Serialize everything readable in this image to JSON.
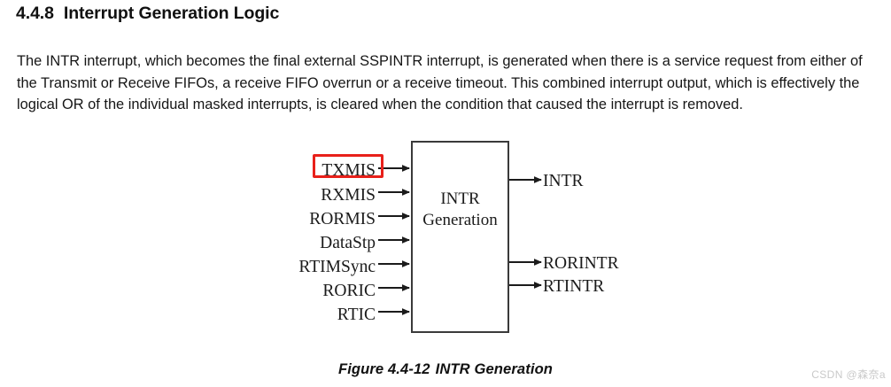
{
  "document": {
    "heading": {
      "number": "4.4.8",
      "title": "Interrupt Generation Logic"
    },
    "paragraph": "The INTR interrupt, which becomes the final external SSPINTR interrupt, is generated when there is a service request from either of the Transmit or Receive FIFOs, a receive FIFO overrun or a receive timeout. This combined interrupt output, which is effectively the logical OR of the individual masked interrupts, is cleared when the condition that caused the interrupt is removed.",
    "figure": {
      "caption_number": "Figure 4.4-12",
      "caption_title": "INTR Generation",
      "block_line1": "INTR",
      "block_line2": "Generation",
      "inputs": [
        {
          "label": "TXMIS",
          "highlighted": true
        },
        {
          "label": "RXMIS",
          "highlighted": false
        },
        {
          "label": "RORMIS",
          "highlighted": false
        },
        {
          "label": "DataStp",
          "highlighted": false
        },
        {
          "label": "RTIMSync",
          "highlighted": false
        },
        {
          "label": "RORIC",
          "highlighted": false
        },
        {
          "label": "RTIC",
          "highlighted": false
        }
      ],
      "outputs": [
        {
          "label": "INTR"
        },
        {
          "label": "RORINTR"
        },
        {
          "label": "RTINTR"
        }
      ],
      "highlight_color": "#e8201a",
      "line_color": "#3a3a3a"
    }
  },
  "watermark": {
    "text": "CSDN @森奈a"
  }
}
